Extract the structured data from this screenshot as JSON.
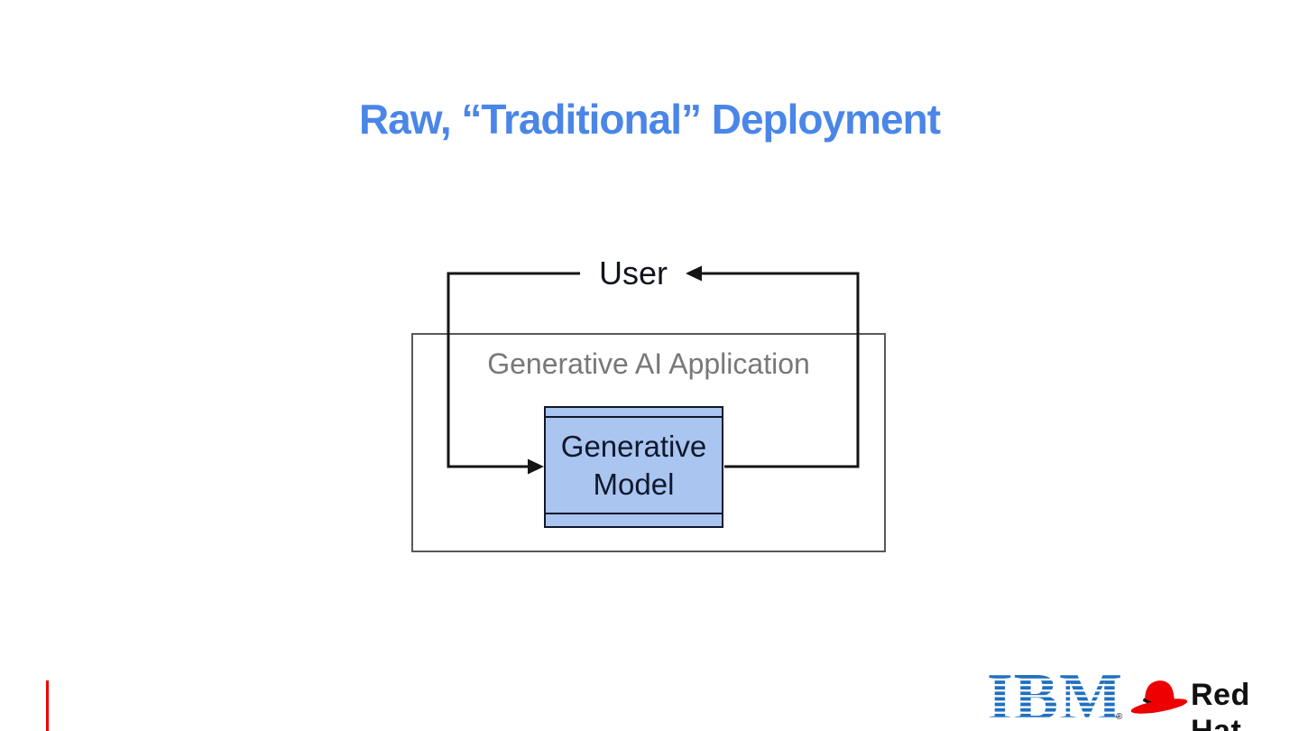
{
  "slide": {
    "title": "Raw, “Traditional” Deployment"
  },
  "diagram": {
    "user_label": "User",
    "app_label": "Generative AI Application",
    "model_label_line1": "Generative",
    "model_label_line2": "Model"
  },
  "branding": {
    "ibm_text": "IBM",
    "ibm_registered": "®",
    "redhat_text": "Red Hat"
  },
  "colors": {
    "title_blue": "#4a86e8",
    "model_fill": "#a9c5f0",
    "app_border_gray": "#58595b",
    "app_label_gray": "#77787b",
    "ibm_blue": "#1f70c1",
    "redhat_red": "#ee0000",
    "accent_red": "#ee0000"
  }
}
